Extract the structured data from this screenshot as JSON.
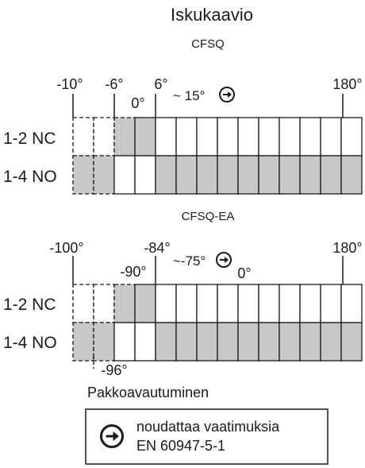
{
  "title": "Iskukaavio",
  "diagrams": [
    {
      "name": "CFSQ",
      "angle_labels": [
        "-10°",
        "-6°",
        "6°",
        "180°",
        "0°"
      ],
      "annotation": "~ 15°",
      "rows": [
        {
          "label": "1-2 NC",
          "cells": [
            "dash-white",
            "dash-white",
            "dash-grey",
            "grey",
            "white",
            "white",
            "white",
            "white",
            "white",
            "white",
            "white",
            "white",
            "white",
            "white"
          ]
        },
        {
          "label": "1-4 NO",
          "cells": [
            "dash-grey",
            "dash-grey",
            "white",
            "white",
            "grey",
            "grey",
            "grey",
            "grey",
            "grey",
            "grey",
            "grey",
            "grey",
            "grey",
            "grey"
          ]
        }
      ]
    },
    {
      "name": "CFSQ-EA",
      "angle_labels": [
        "-100°",
        "-84°",
        "180°",
        "-90°",
        "0°",
        "-96°"
      ],
      "annotation": "~-75°",
      "rows": [
        {
          "label": "1-2 NC",
          "cells": [
            "dash-white",
            "dash-white",
            "dash-grey",
            "grey",
            "white",
            "white",
            "white",
            "white",
            "white",
            "white",
            "white",
            "white",
            "white",
            "white"
          ]
        },
        {
          "label": "1-4 NO",
          "cells": [
            "dash-grey",
            "dash-grey",
            "white",
            "white",
            "grey",
            "grey",
            "grey",
            "grey",
            "grey",
            "grey",
            "grey",
            "grey",
            "grey",
            "grey"
          ]
        }
      ]
    }
  ],
  "forced_opening_label": "Pakkoavautuminen",
  "legend": {
    "line1": "noudattaa vaatimuksia",
    "line2": "EN 60947-5-1",
    "icon": "forced-opening-arrow-icon"
  },
  "colors": {
    "grey": "#c8c8c8",
    "line": "#1a1a1a"
  }
}
